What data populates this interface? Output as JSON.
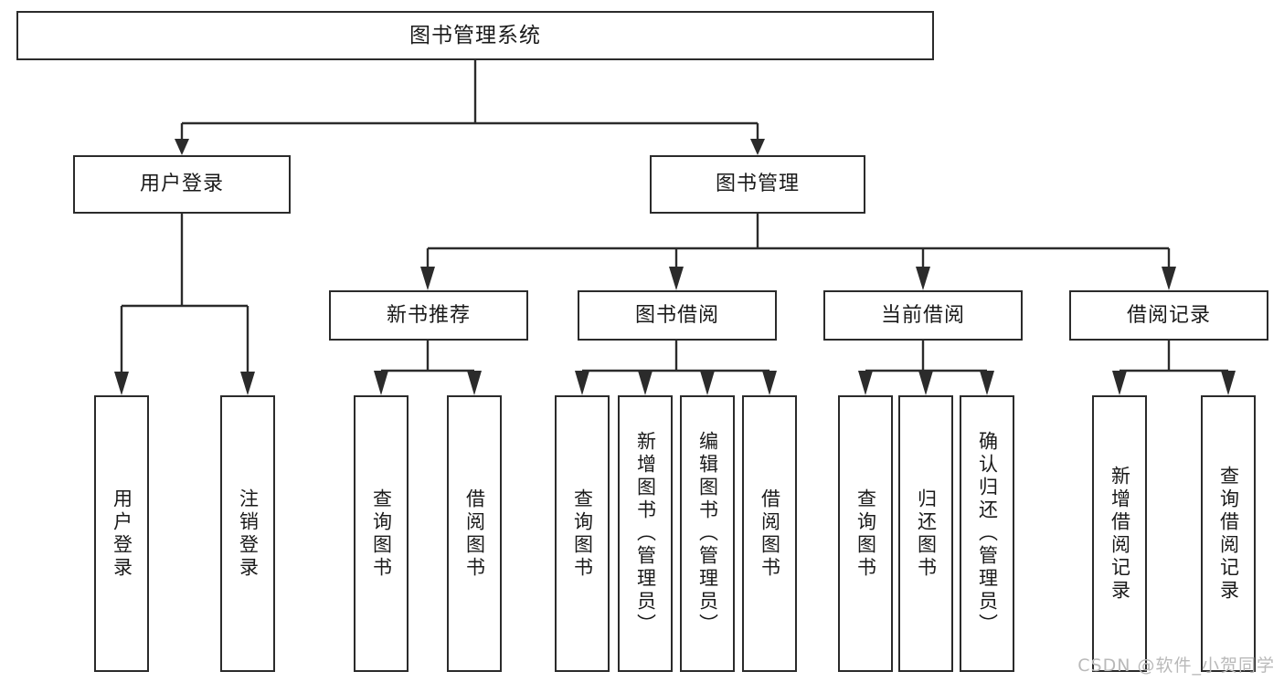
{
  "diagram": {
    "title": "图书管理系统",
    "type": "tree",
    "watermark": "CSDN @软件_小贺同学",
    "colors": {
      "stroke": "#2b2b2b",
      "background": "#ffffff",
      "text": "#1a1a1a",
      "watermark": "#b9b9b9"
    },
    "nodes": {
      "root": {
        "label": "图书管理系统"
      },
      "level2": [
        {
          "label": "用户登录"
        },
        {
          "label": "图书管理"
        }
      ],
      "level3": [
        {
          "label": "新书推荐"
        },
        {
          "label": "图书借阅"
        },
        {
          "label": "当前借阅"
        },
        {
          "label": "借阅记录"
        }
      ],
      "leaves": {
        "user_login": [
          {
            "label": "用户登录"
          },
          {
            "label": "注销登录"
          }
        ],
        "new_book_recommend": [
          {
            "label": "查询图书"
          },
          {
            "label": "借阅图书"
          }
        ],
        "book_borrow": [
          {
            "label": "查询图书"
          },
          {
            "label": "新增图书（管理员）"
          },
          {
            "label": "编辑图书（管理员）"
          },
          {
            "label": "借阅图书"
          }
        ],
        "current_borrow": [
          {
            "label": "查询图书"
          },
          {
            "label": "归还图书"
          },
          {
            "label": "确认归还（管理员）"
          }
        ],
        "borrow_record": [
          {
            "label": "新增借阅记录"
          },
          {
            "label": "查询借阅记录"
          }
        ]
      }
    }
  }
}
